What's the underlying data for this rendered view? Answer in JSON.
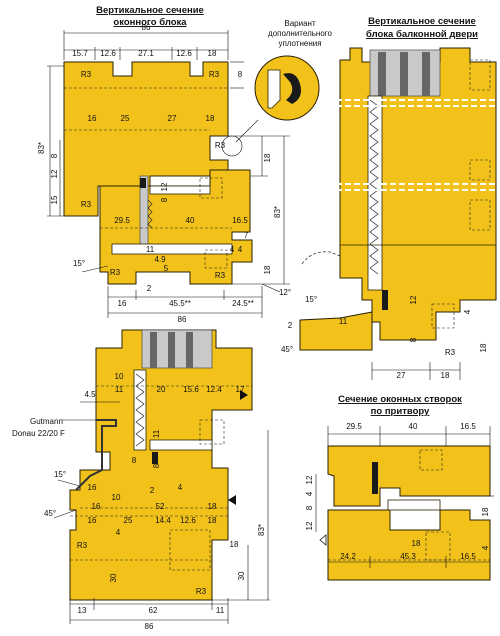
{
  "titles": {
    "window_block_l1": "Вертикальное сечение",
    "window_block_l2": "оконного блока",
    "door_block_l1": "Вертикальное сечение",
    "door_block_l2": "блока балконной двери",
    "seal_variant_l1": "Вариант",
    "seal_variant_l2": "дополнительного",
    "seal_variant_l3": "уплотнения",
    "sash_section_l1": "Сечение оконных створок",
    "sash_section_l2": "по притвору"
  },
  "labels": {
    "gutmann_l1": "Gutmann",
    "gutmann_l2": "Donau 22/20 F"
  },
  "window_block": {
    "top_total": "86",
    "top_dims": [
      "15.7",
      "12.6",
      "27.1",
      "12.6",
      "18"
    ],
    "frame_zones": [
      "16",
      "25",
      "27",
      "18"
    ],
    "r_labels": [
      "R3",
      "R3",
      "R3",
      "R3",
      "R3",
      "R3"
    ],
    "right_8": "8",
    "left_83": "83*",
    "left_8": "8",
    "left_12": "12",
    "left_15": "15",
    "sash_dims": [
      "29.5",
      "40",
      "16.5"
    ],
    "sash_small": [
      "12",
      "8"
    ],
    "right_18a": "18",
    "right_83": "83*",
    "right_7": "7",
    "right_4": "4",
    "right_18b": "18",
    "mid_small": [
      "11",
      "4.9",
      "5",
      "4",
      "2"
    ],
    "angle_15": "15°",
    "angle_12": "12°",
    "bottom_dims": [
      "16",
      "45.5**",
      "24.5**"
    ],
    "bottom_total": "86"
  },
  "door_block": {
    "angle_15": "15°",
    "angle_45": "45°",
    "small": [
      "2",
      "11",
      "8",
      "12",
      "4",
      "18"
    ],
    "r_label": "R3",
    "bottom_dims": [
      "27",
      "18"
    ]
  },
  "balcony_section": {
    "left_45": "4.5",
    "zones_a": [
      "10",
      "11",
      "20",
      "15.6",
      "12.4",
      "17"
    ],
    "zones_b": [
      "11",
      "8",
      "10",
      "16",
      "52",
      "18"
    ],
    "zones_c": [
      "16",
      "25",
      "14.4",
      "12.6",
      "18"
    ],
    "left_16": "16",
    "left_4": "4",
    "left_30": "30",
    "right_30": "30",
    "right_83": "83*",
    "angle_15": "15°",
    "angle_45": "45°",
    "small": [
      "8",
      "2",
      "4",
      "18"
    ],
    "r_labels": [
      "R3",
      "R3"
    ],
    "bottom_dims": [
      "13",
      "62",
      "11"
    ],
    "bottom_total": "86"
  },
  "sash_section": {
    "top_dims": [
      "29.5",
      "40",
      "16.5"
    ],
    "left_dims": [
      "12",
      "4",
      "8",
      "12"
    ],
    "right_18": "18",
    "inner_18": "18",
    "right_4": "4",
    "bottom_dims": [
      "24.2",
      "45.3",
      "16.5"
    ]
  }
}
